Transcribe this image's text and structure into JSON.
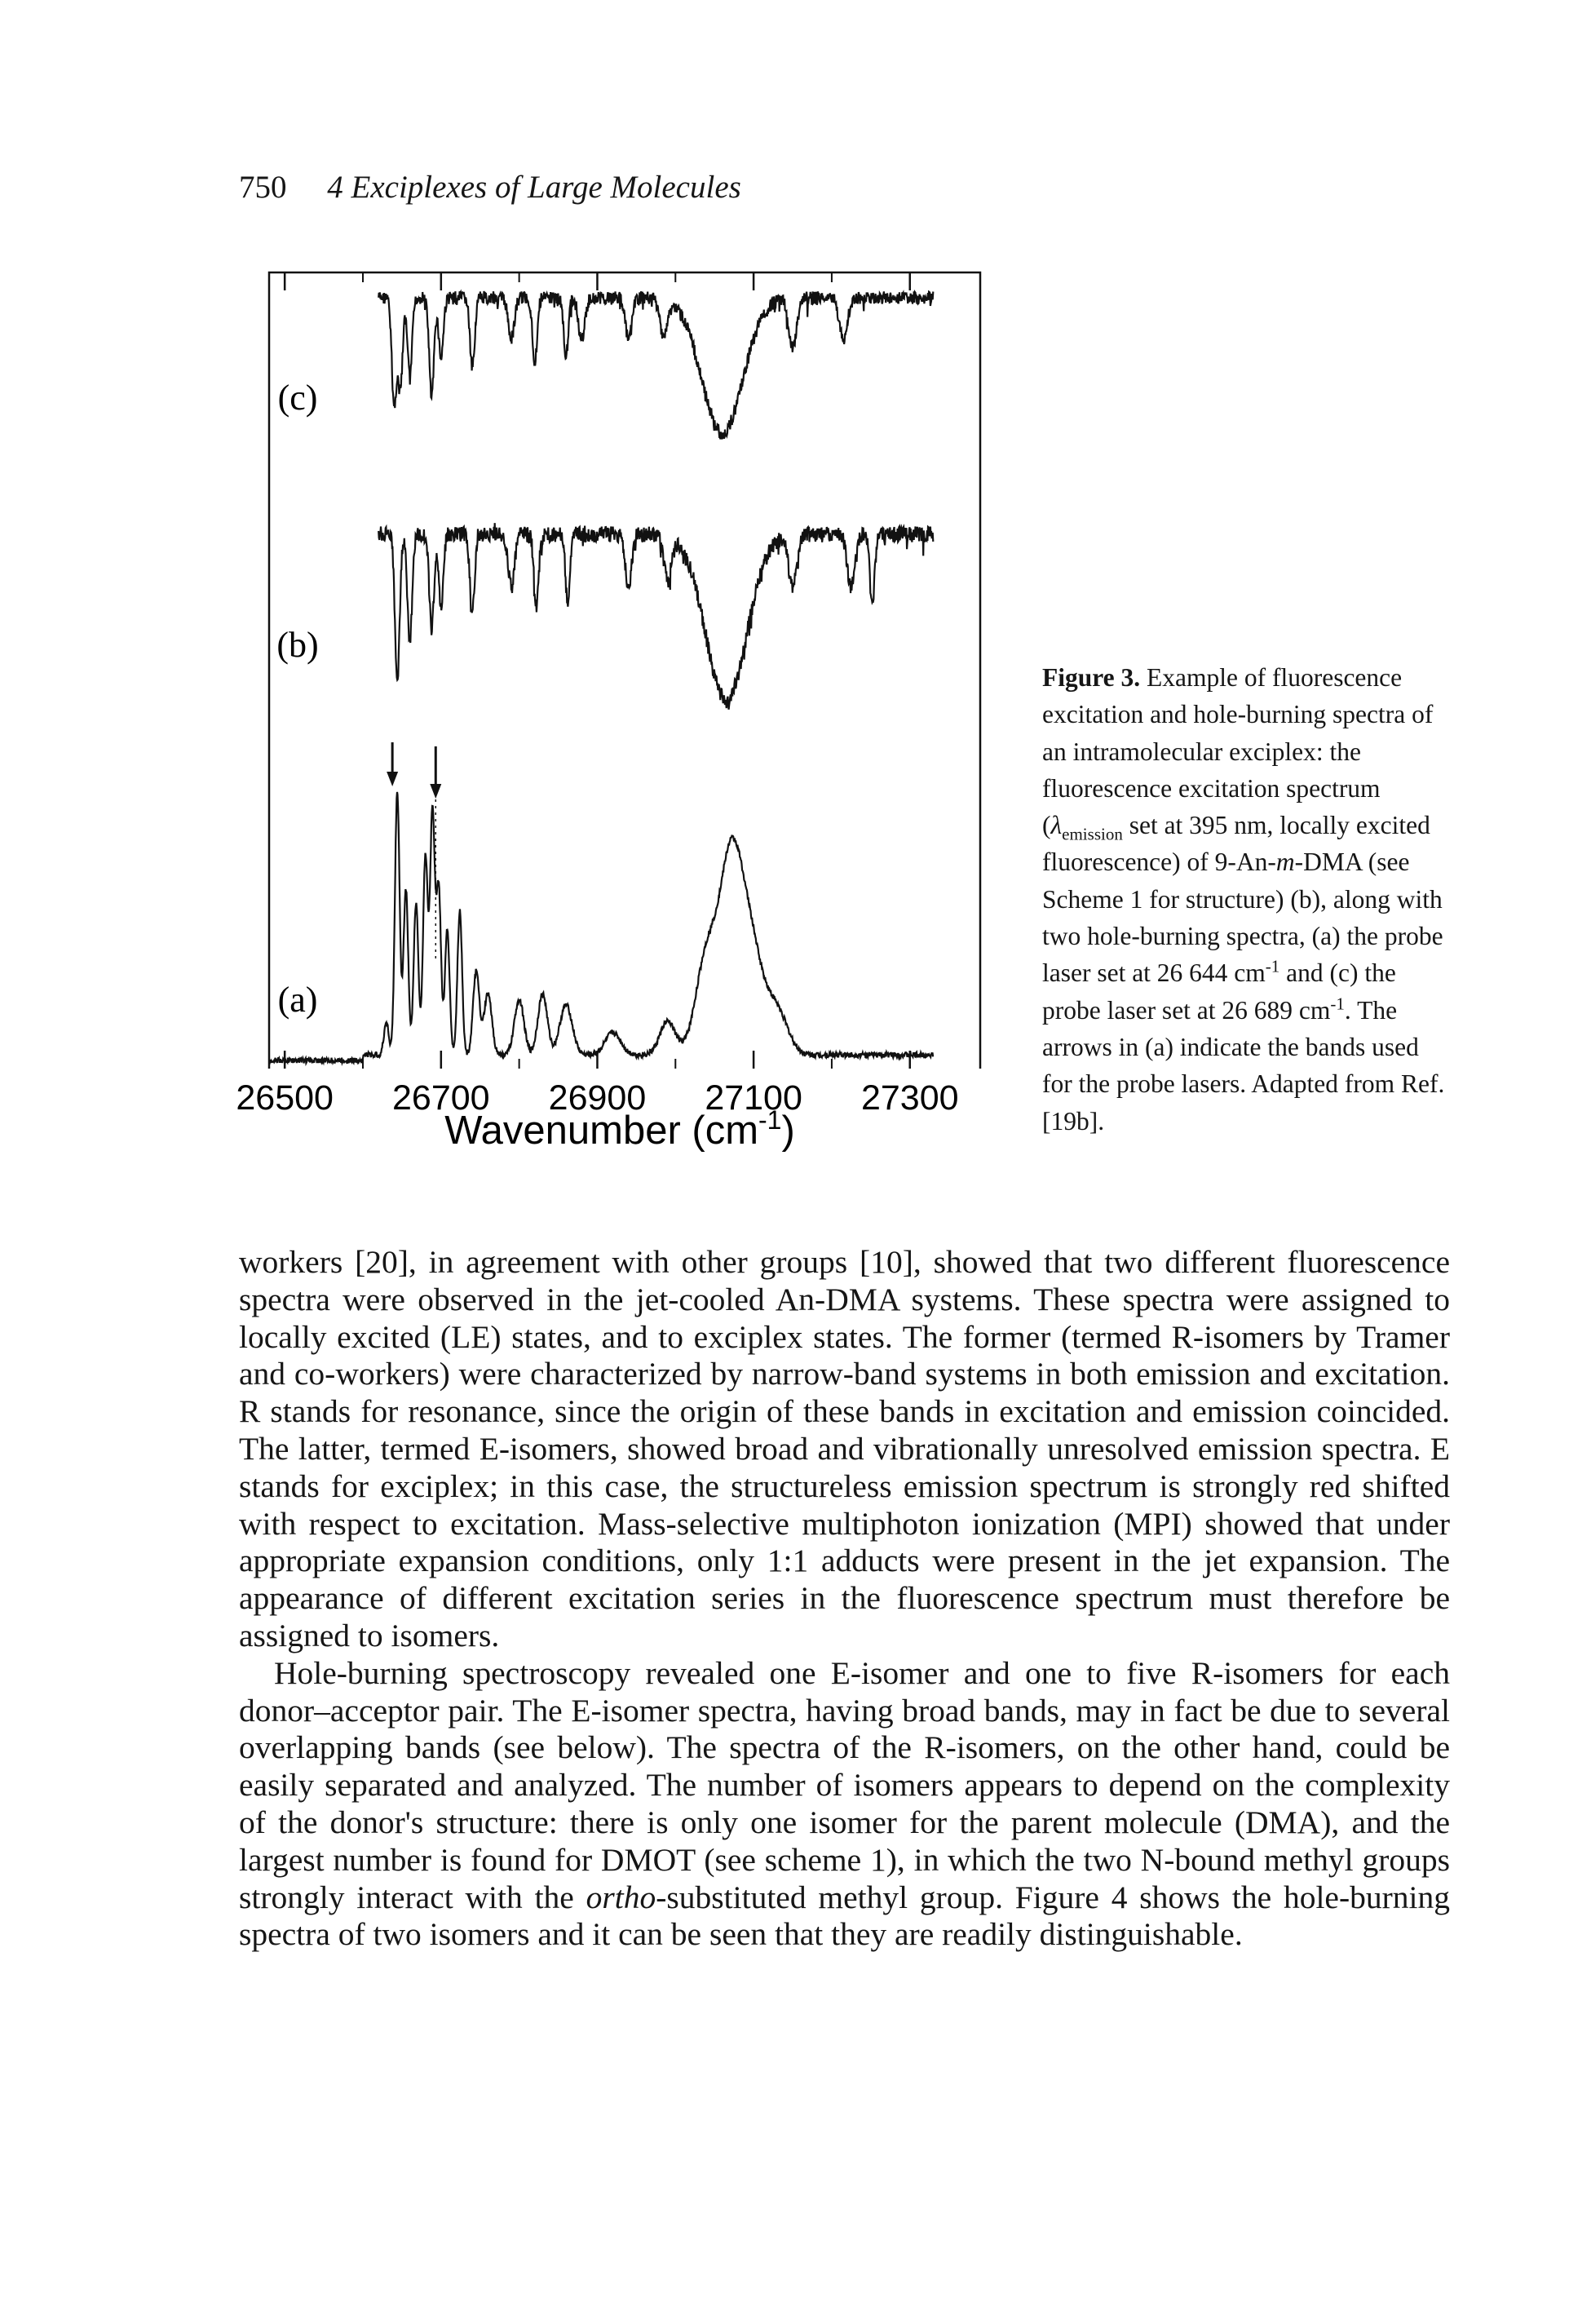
{
  "running_head": {
    "page_number": "750",
    "chapter": "4 Exciplexes of Large Molecules"
  },
  "figure": {
    "panel_labels": [
      "(c)",
      "(b)",
      "(a)"
    ],
    "x_tick_labels": [
      "26500",
      "26700",
      "26900",
      "27100",
      "27300"
    ],
    "x_axis_title": "Wavenumber (cm",
    "x_axis_title_sup": "-1",
    "x_axis_title_end": ")"
  },
  "chart_data": {
    "type": "line",
    "xlabel": "Wavenumber (cm-1)",
    "xlim": [
      26480,
      27390
    ],
    "x_ticks": [
      26500,
      26700,
      26900,
      27100,
      27300
    ],
    "grid": false,
    "panels": [
      {
        "label": "(c)",
        "kind": "hole-burning spectrum",
        "baseline": 1.0,
        "dips": [
          {
            "x": 26640,
            "depth": 0.75,
            "width": 3
          },
          {
            "x": 26648,
            "depth": 0.62,
            "width": 3
          },
          {
            "x": 26660,
            "depth": 0.55,
            "width": 3
          },
          {
            "x": 26688,
            "depth": 0.7,
            "width": 3
          },
          {
            "x": 26700,
            "depth": 0.42,
            "width": 3
          },
          {
            "x": 26740,
            "depth": 0.5,
            "width": 3
          },
          {
            "x": 26790,
            "depth": 0.28,
            "width": 4
          },
          {
            "x": 26820,
            "depth": 0.45,
            "width": 3
          },
          {
            "x": 26860,
            "depth": 0.4,
            "width": 3
          },
          {
            "x": 26880,
            "depth": 0.3,
            "width": 4
          },
          {
            "x": 26940,
            "depth": 0.3,
            "width": 4
          },
          {
            "x": 26985,
            "depth": 0.25,
            "width": 5
          },
          {
            "x": 27060,
            "depth": 0.95,
            "width": 26
          },
          {
            "x": 27150,
            "depth": 0.35,
            "width": 5
          },
          {
            "x": 27215,
            "depth": 0.3,
            "width": 5
          }
        ]
      },
      {
        "label": "(b)",
        "kind": "hole-burning spectrum",
        "baseline": 1.0,
        "dips": [
          {
            "x": 26644,
            "depth": 0.85,
            "width": 3
          },
          {
            "x": 26660,
            "depth": 0.62,
            "width": 3
          },
          {
            "x": 26688,
            "depth": 0.55,
            "width": 3
          },
          {
            "x": 26700,
            "depth": 0.4,
            "width": 3
          },
          {
            "x": 26740,
            "depth": 0.45,
            "width": 3
          },
          {
            "x": 26790,
            "depth": 0.3,
            "width": 4
          },
          {
            "x": 26822,
            "depth": 0.4,
            "width": 3
          },
          {
            "x": 26862,
            "depth": 0.38,
            "width": 3
          },
          {
            "x": 26940,
            "depth": 0.3,
            "width": 4
          },
          {
            "x": 26990,
            "depth": 0.25,
            "width": 5
          },
          {
            "x": 27065,
            "depth": 0.95,
            "width": 26
          },
          {
            "x": 27150,
            "depth": 0.3,
            "width": 5
          },
          {
            "x": 27225,
            "depth": 0.3,
            "width": 5
          },
          {
            "x": 27252,
            "depth": 0.38,
            "width": 3
          }
        ]
      },
      {
        "label": "(a)",
        "kind": "fluorescence excitation spectrum",
        "baseline": 0.0,
        "peaks": [
          {
            "x": 26630,
            "height": 0.12,
            "width": 3
          },
          {
            "x": 26644,
            "height": 0.95,
            "width": 3
          },
          {
            "x": 26655,
            "height": 0.6,
            "width": 3
          },
          {
            "x": 26668,
            "height": 0.55,
            "width": 3
          },
          {
            "x": 26680,
            "height": 0.72,
            "width": 3
          },
          {
            "x": 26689,
            "height": 0.88,
            "width": 3
          },
          {
            "x": 26697,
            "height": 0.6,
            "width": 3
          },
          {
            "x": 26708,
            "height": 0.45,
            "width": 3
          },
          {
            "x": 26724,
            "height": 0.52,
            "width": 3
          },
          {
            "x": 26745,
            "height": 0.3,
            "width": 4
          },
          {
            "x": 26760,
            "height": 0.22,
            "width": 5
          },
          {
            "x": 26800,
            "height": 0.2,
            "width": 6
          },
          {
            "x": 26830,
            "height": 0.22,
            "width": 6
          },
          {
            "x": 26860,
            "height": 0.18,
            "width": 8
          },
          {
            "x": 26920,
            "height": 0.08,
            "width": 10
          },
          {
            "x": 26990,
            "height": 0.12,
            "width": 10
          },
          {
            "x": 27040,
            "height": 0.35,
            "width": 14
          },
          {
            "x": 27070,
            "height": 0.62,
            "width": 14
          },
          {
            "x": 27095,
            "height": 0.4,
            "width": 16
          },
          {
            "x": 27130,
            "height": 0.15,
            "width": 14
          }
        ],
        "arrows_at": [
          26644,
          26689
        ]
      }
    ]
  },
  "caption": {
    "label": "Figure 3.",
    "part1": " Example of fluorescence excitation and hole-burning spectra of an intramolecular exciplex: the fluorescence excitation spectrum (",
    "lambda": "λ",
    "lambda_sub": "emission",
    "part2": " set at 395 nm, locally excited fluorescence) of 9-An-",
    "m_italic": "m",
    "part3": "-DMA (see Scheme 1 for structure) (b), along with two hole-burning spectra, (a) the probe laser set at 26 644 cm",
    "sup1": "-1",
    "part4": " and (c) the probe laser set at 26 689 cm",
    "sup2": "-1",
    "part5": ". The arrows in (a) indicate the bands used for the probe lasers. Adapted from Ref. [19b]."
  },
  "body": {
    "para1": "workers [20], in agreement with other groups [10], showed that two different fluorescence spectra were observed in the jet-cooled An-DMA systems. These spectra were assigned to locally excited (LE) states, and to exciplex states. The former (termed R-isomers by Tramer and co-workers) were characterized by narrow-band systems in both emission and excitation. R stands for resonance, since the origin of these bands in excitation and emission coincided. The latter, termed E-isomers, showed broad and vibrationally unresolved emission spectra. E stands for exciplex; in this case, the structureless emission spectrum is strongly red shifted with respect to excitation. Mass-selective multiphoton ionization (MPI) showed that under appropriate expansion conditions, only 1:1 adducts were present in the jet expansion. The appearance of different excitation series in the fluorescence spectrum must therefore be assigned to isomers.",
    "para2_start": "Hole-burning spectroscopy revealed one E-isomer and one to five R-isomers for each donor–acceptor pair. The E-isomer spectra, having broad bands, may in fact be due to several overlapping bands (see below). The spectra of the R-isomers, on the other hand, could be easily separated and analyzed. The number of isomers appears to depend on the complexity of the donor's structure: there is only one isomer for the parent molecule (DMA), and the largest number is found for DMOT (see scheme 1), in which the two N-bound methyl groups strongly interact with the ",
    "para2_italic": "ortho",
    "para2_end": "-substituted methyl group. Figure 4 shows the hole-burning spectra of two isomers and it can be seen that they are readily distinguishable."
  }
}
